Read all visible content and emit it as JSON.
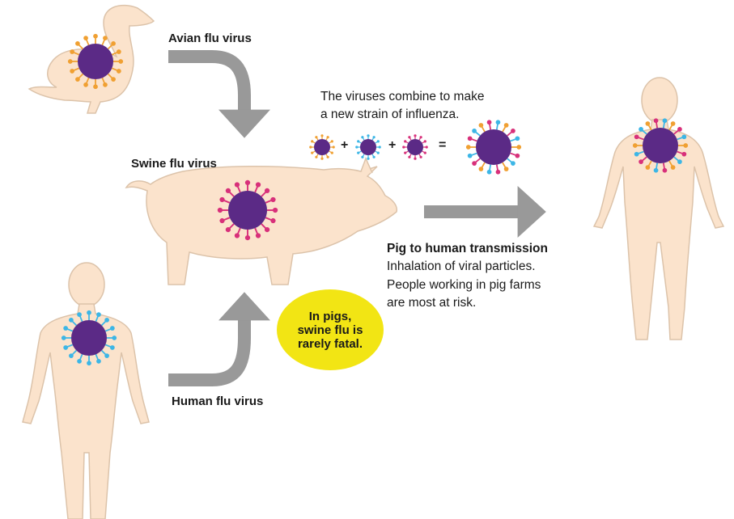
{
  "labels": {
    "avian": "Avian flu virus",
    "swine": "Swine flu virus",
    "human": "Human flu virus",
    "combine_line1": "The viruses combine to make",
    "combine_line2": "a new strain of influenza.",
    "transmission_title": "Pig to human transmission",
    "transmission_line1": "Inhalation of viral particles.",
    "transmission_line2": "People working in pig farms",
    "transmission_line3": "are most at risk.",
    "badge": "In pigs, swine flu is rarely fatal."
  },
  "equation": {
    "plus": "+",
    "equals": "="
  },
  "colors": {
    "body": "#fbe3cc",
    "body_outline": "#dcc3aa",
    "arrow": "#999999",
    "virus_core": "#5b2a86",
    "avian_spikes": "#f0a032",
    "swine_spikes": "#d8307a",
    "human_spikes": "#3cb6e6",
    "badge": "#f2e514"
  }
}
